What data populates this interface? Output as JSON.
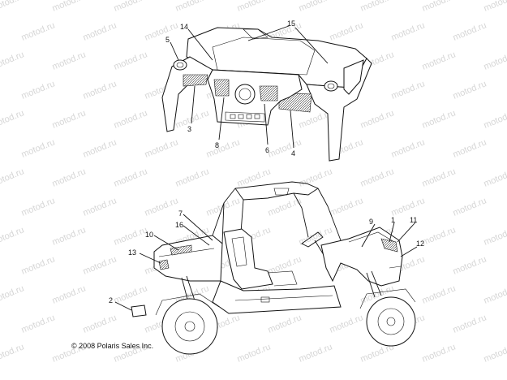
{
  "watermark": {
    "text": "motod.ru"
  },
  "copyright": "© 2008 Polaris Sales Inc.",
  "callouts": [
    {
      "id": "c1",
      "label": "1"
    },
    {
      "id": "c2",
      "label": "2"
    },
    {
      "id": "c3",
      "label": "3"
    },
    {
      "id": "c4",
      "label": "4"
    },
    {
      "id": "c5",
      "label": "5"
    },
    {
      "id": "c6",
      "label": "6"
    },
    {
      "id": "c7",
      "label": "7"
    },
    {
      "id": "c8",
      "label": "8"
    },
    {
      "id": "c9",
      "label": "9"
    },
    {
      "id": "c10",
      "label": "10"
    },
    {
      "id": "c11",
      "label": "11"
    },
    {
      "id": "c12",
      "label": "12"
    },
    {
      "id": "c13",
      "label": "13"
    },
    {
      "id": "c14",
      "label": "14"
    },
    {
      "id": "c15",
      "label": "15"
    },
    {
      "id": "c16",
      "label": "16"
    }
  ]
}
